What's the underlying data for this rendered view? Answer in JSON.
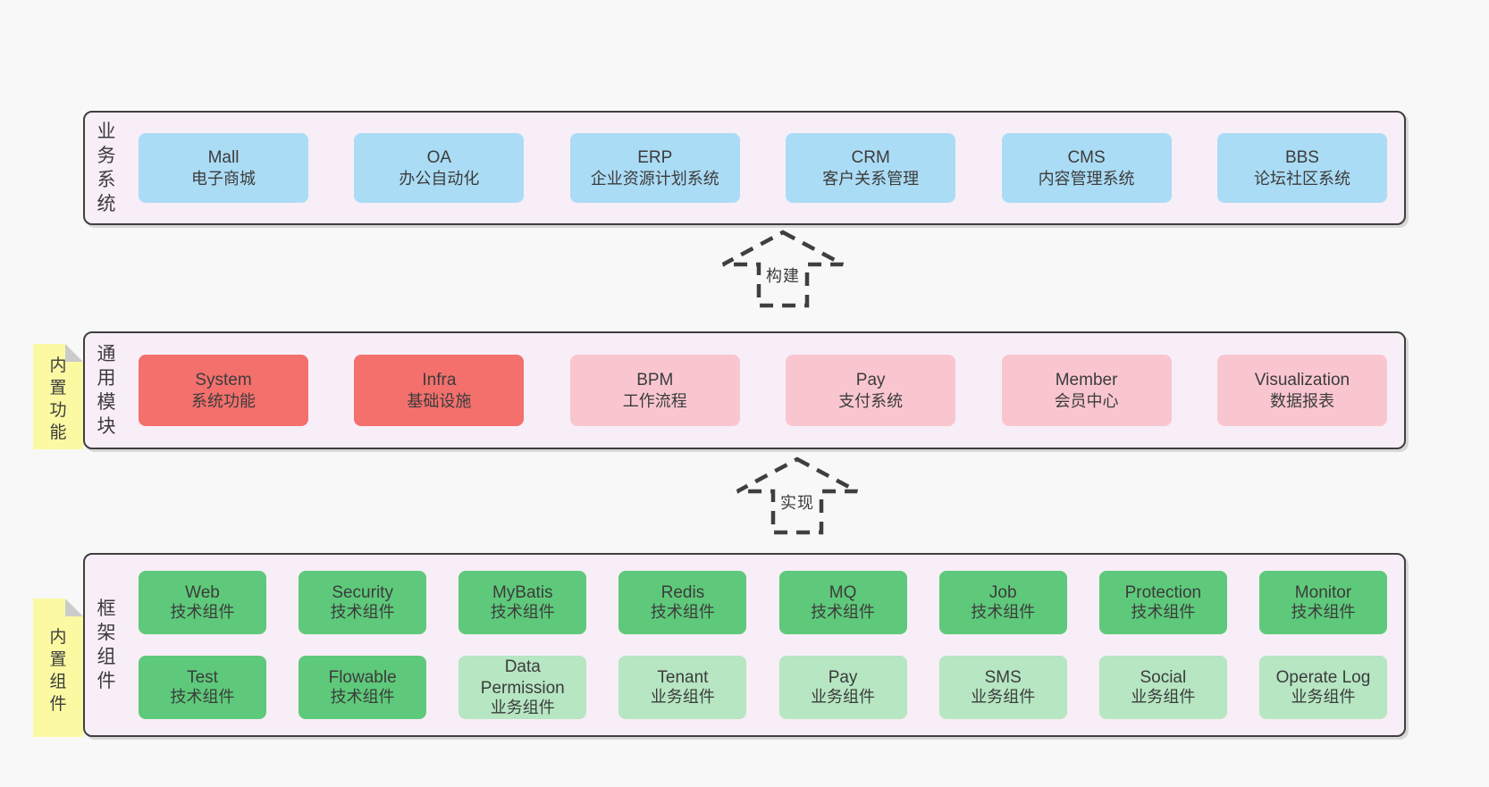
{
  "colors": {
    "page_bg": "#f8f8f8",
    "band_bg": "#f8eef7",
    "band_border": "#3f3f3f",
    "blue": "#abdcf5",
    "red": "#f3706d",
    "pink": "#f9c6d0",
    "green": "#5ec97a",
    "lightgreen": "#b6e6c2",
    "tag_yellow": "#fbfaa3",
    "fold_gray": "#cbcbcb",
    "text": "#3c3c3c",
    "arrow": "#3f3f3f"
  },
  "arrows": [
    {
      "label": "构建"
    },
    {
      "label": "实现"
    }
  ],
  "bands": [
    {
      "label": "业务系统",
      "tag": null,
      "rows": [
        [
          {
            "name": "Mall",
            "subtitle": "电子商城",
            "type": "blue"
          },
          {
            "name": "OA",
            "subtitle": "办公自动化",
            "type": "blue"
          },
          {
            "name": "ERP",
            "subtitle": "企业资源计划系统",
            "type": "blue"
          },
          {
            "name": "CRM",
            "subtitle": "客户关系管理",
            "type": "blue"
          },
          {
            "name": "CMS",
            "subtitle": "内容管理系统",
            "type": "blue"
          },
          {
            "name": "BBS",
            "subtitle": "论坛社区系统",
            "type": "blue"
          }
        ]
      ]
    },
    {
      "label": "通用模块",
      "tag": "内置功能",
      "rows": [
        [
          {
            "name": "System",
            "subtitle": "系统功能",
            "type": "red"
          },
          {
            "name": "Infra",
            "subtitle": "基础设施",
            "type": "red"
          },
          {
            "name": "BPM",
            "subtitle": "工作流程",
            "type": "pink"
          },
          {
            "name": "Pay",
            "subtitle": "支付系统",
            "type": "pink"
          },
          {
            "name": "Member",
            "subtitle": "会员中心",
            "type": "pink"
          },
          {
            "name": "Visualization",
            "subtitle": "数据报表",
            "type": "pink"
          }
        ]
      ]
    },
    {
      "label": "框架组件",
      "tag": "内置组件",
      "rows": [
        [
          {
            "name": "Web",
            "subtitle": "技术组件",
            "type": "green"
          },
          {
            "name": "Security",
            "subtitle": "技术组件",
            "type": "green"
          },
          {
            "name": "MyBatis",
            "subtitle": "技术组件",
            "type": "green"
          },
          {
            "name": "Redis",
            "subtitle": "技术组件",
            "type": "green"
          },
          {
            "name": "MQ",
            "subtitle": "技术组件",
            "type": "green"
          },
          {
            "name": "Job",
            "subtitle": "技术组件",
            "type": "green"
          },
          {
            "name": "Protection",
            "subtitle": "技术组件",
            "type": "green"
          },
          {
            "name": "Monitor",
            "subtitle": "技术组件",
            "type": "green"
          }
        ],
        [
          {
            "name": "Test",
            "subtitle": "技术组件",
            "type": "green"
          },
          {
            "name": "Flowable",
            "subtitle": "技术组件",
            "type": "green"
          },
          {
            "name": "Data Permission",
            "subtitle": "业务组件",
            "type": "lightgreen"
          },
          {
            "name": "Tenant",
            "subtitle": "业务组件",
            "type": "lightgreen"
          },
          {
            "name": "Pay",
            "subtitle": "业务组件",
            "type": "lightgreen"
          },
          {
            "name": "SMS",
            "subtitle": "业务组件",
            "type": "lightgreen"
          },
          {
            "name": "Social",
            "subtitle": "业务组件",
            "type": "lightgreen"
          },
          {
            "name": "Operate Log",
            "subtitle": "业务组件",
            "type": "lightgreen"
          }
        ]
      ]
    }
  ]
}
